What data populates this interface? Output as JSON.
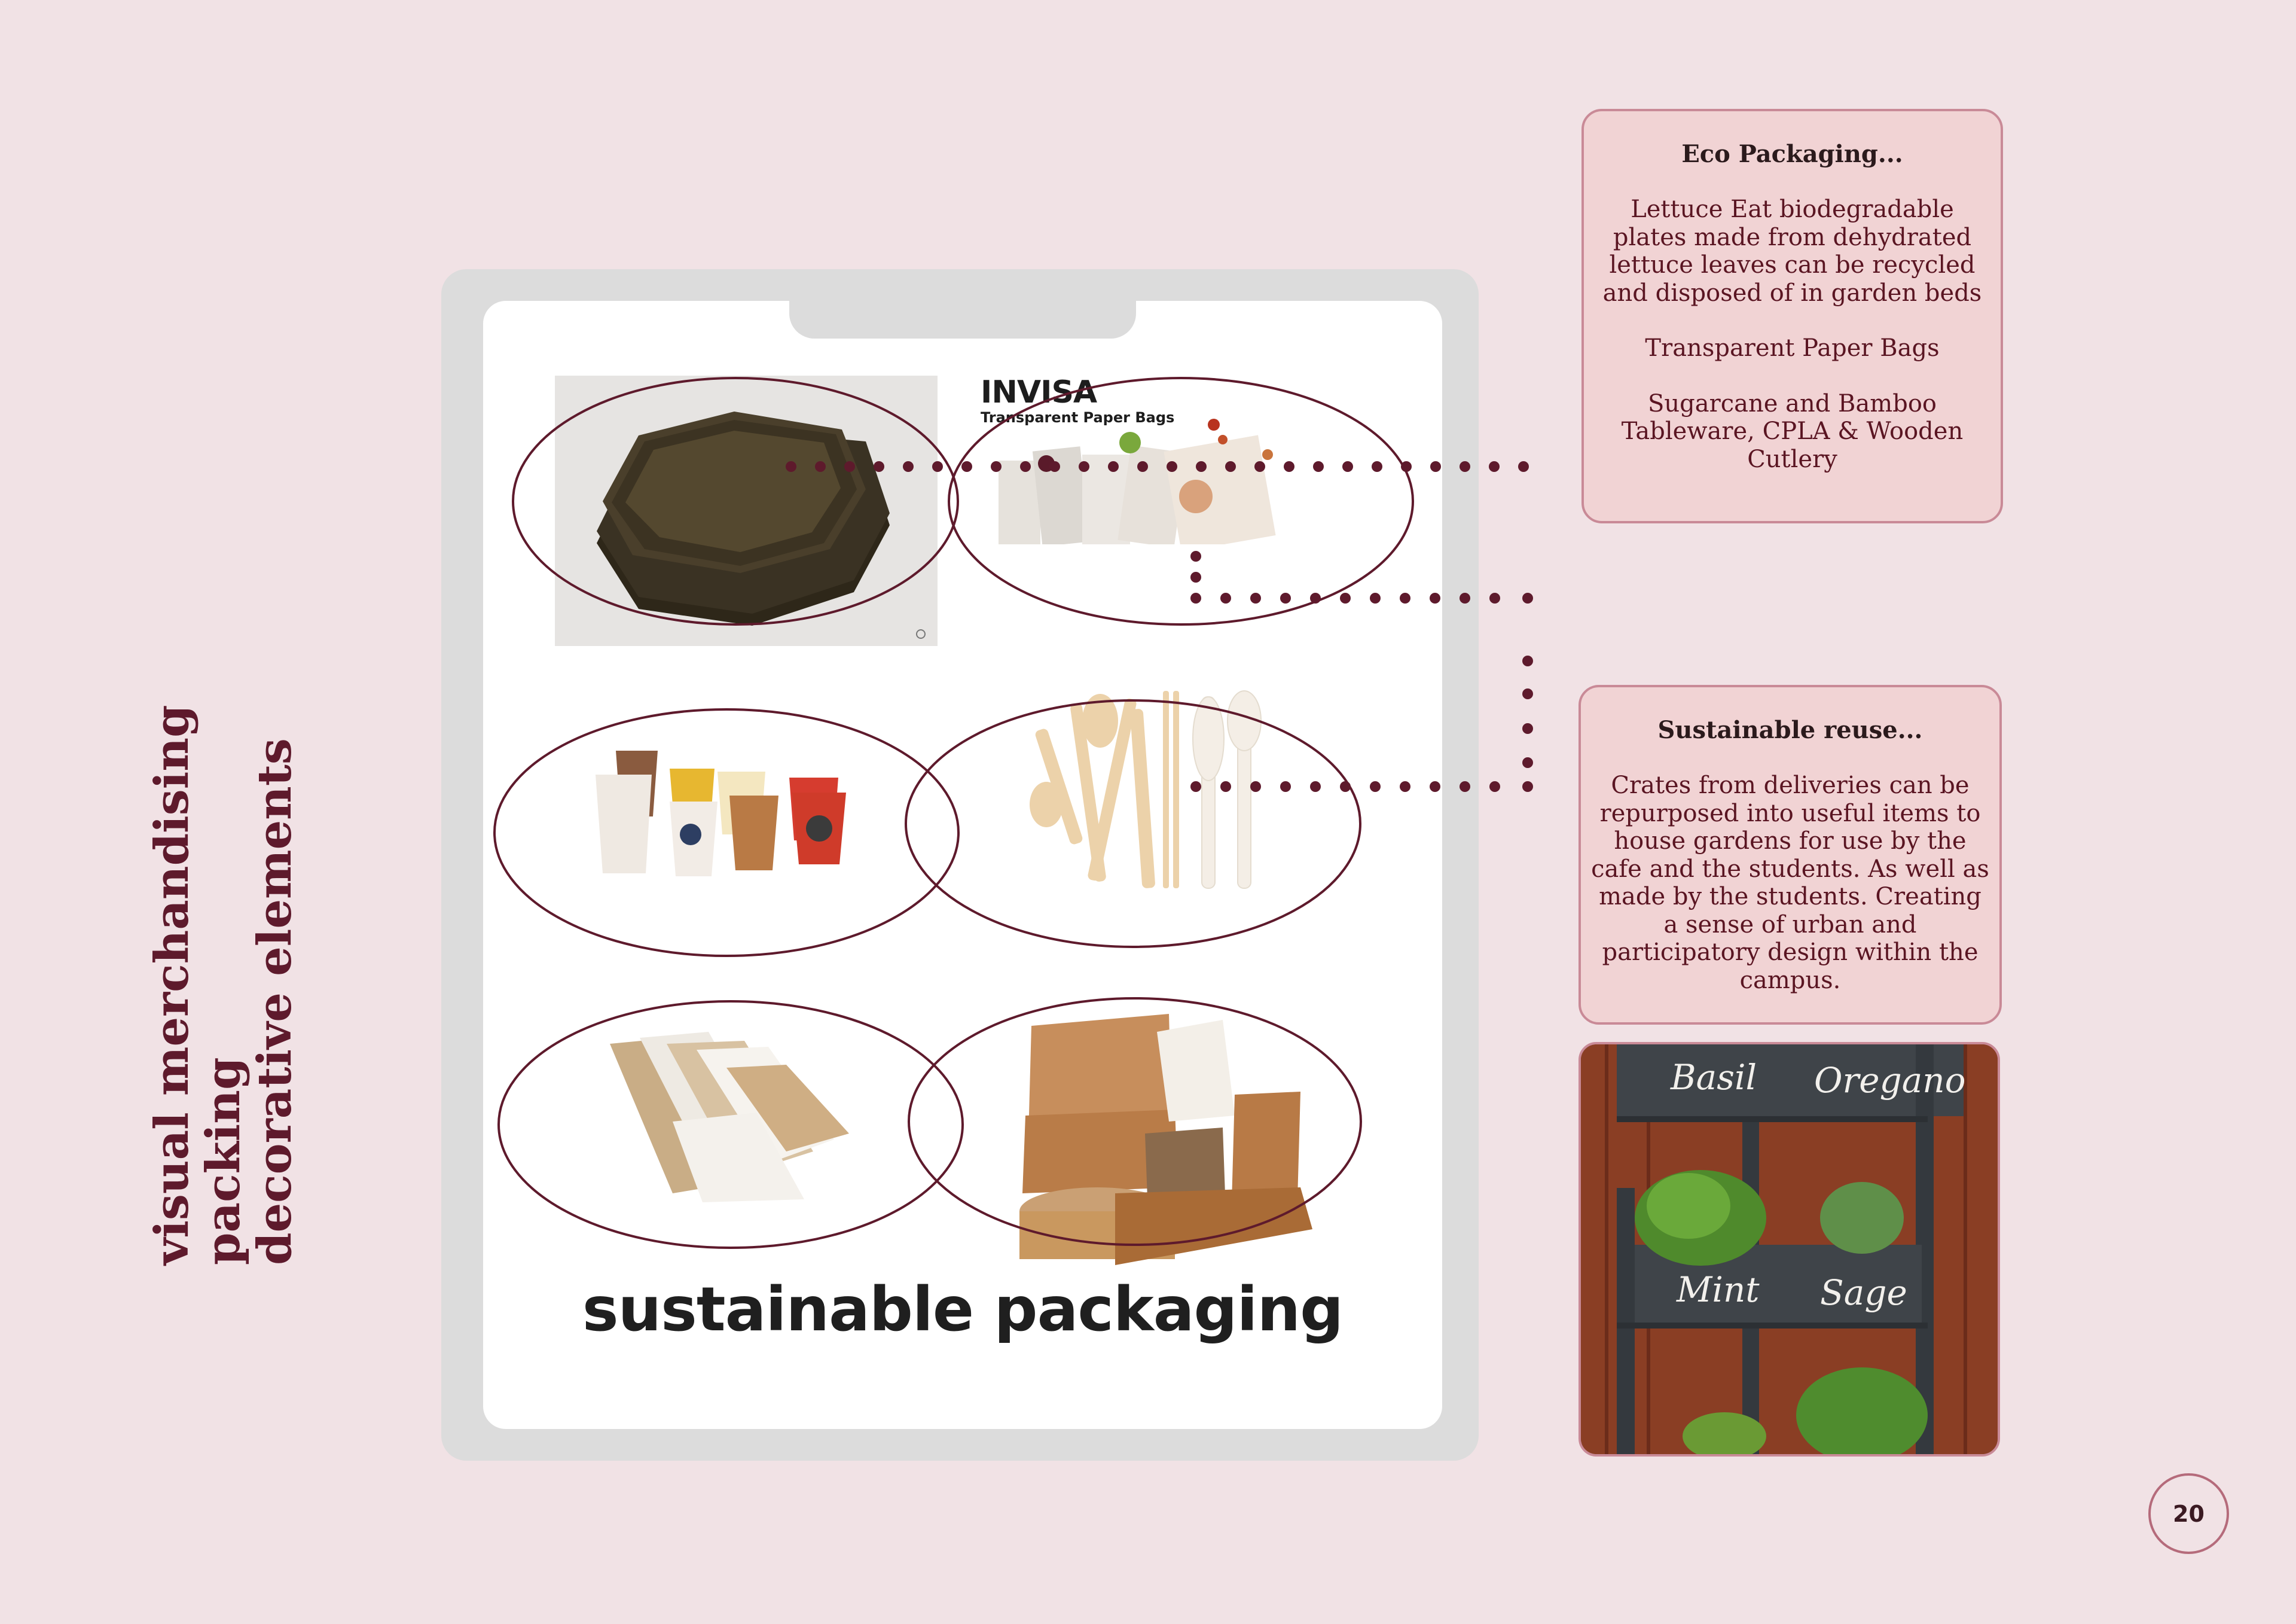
{
  "side_title": {
    "line1": "visual merchandising",
    "line2": "packing",
    "line3": "decorative elements"
  },
  "tablet": {
    "invisa_brand": "INVISA",
    "invisa_subtitle": "Transparent Paper Bags",
    "title": "sustainable packaging"
  },
  "eco_card": {
    "heading": "Eco Packaging...",
    "para1": "Lettuce Eat biodegradable plates made from dehydrated lettuce leaves can be recycled and disposed of in garden beds",
    "para2": "Transparent Paper Bags",
    "para3": "Sugarcane and Bamboo Tableware, CPLA & Wooden Cutlery"
  },
  "reuse_card": {
    "heading": "Sustainable reuse...",
    "para1": "Crates from deliveries can be repurposed into useful items to house gardens for use by the cafe and the students. As well as made by the students. Creating a sense of urban and participatory design within the campus."
  },
  "garden_photo": {
    "label_basil": "Basil",
    "label_oregano": "Oregano",
    "label_mint": "Mint",
    "label_sage": "Sage"
  },
  "page_number": "20",
  "colors": {
    "background": "#f1e2e5",
    "accent": "#5e1a2c",
    "card_fill": "#f1d3d4",
    "card_border": "#c98a97"
  }
}
